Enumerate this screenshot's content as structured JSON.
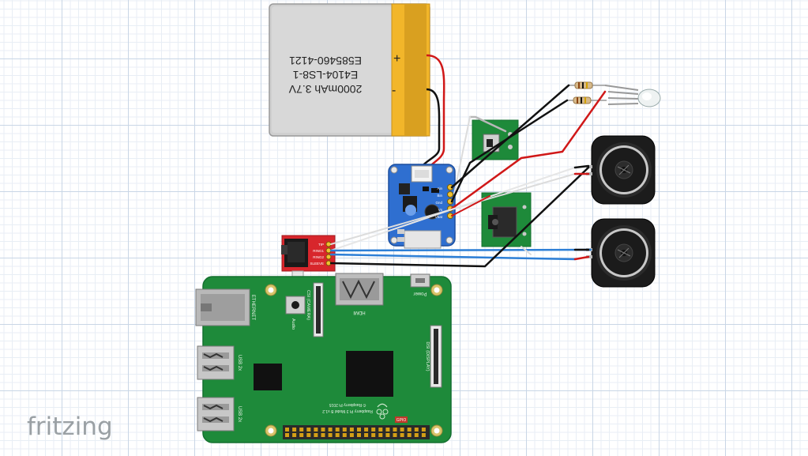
{
  "battery": {
    "capacity_label": "2000mAh 3.7V",
    "model_line_1": "E4104-LS8-1",
    "model_line_2": "E585460-4121",
    "plus_sign": "+",
    "minus_sign": "-"
  },
  "charger_board": {
    "pin_labels": [
      "Ain",
      "Bin",
      "Gnd",
      "Vs",
      "Vbat"
    ]
  },
  "audio_jack_breakout": {
    "pin_labels": [
      "TIP",
      "RING1",
      "RING2",
      "SLEEVE"
    ]
  },
  "raspberry_pi": {
    "ethernet_label": "ETHERNET",
    "usb_label_1": "USB 2x",
    "usb_label_2": "USB 2x",
    "audio_label": "Audio",
    "camera_label": "CSI (CAMERA)",
    "hdmi_label": "HDMI",
    "power_label": "Power",
    "display_label": "DSI (DISPLAY)",
    "model_label": "Raspberry Pi 3 Model B v1.2",
    "copyright_label": "© Raspberry Pi 2015",
    "gpio_label": "GPIO"
  },
  "watermark": {
    "text": "fritzing"
  },
  "colors": {
    "pcb_green": "#1e8a3a",
    "pcb_edge": "#157030",
    "breakout_blue": "#2f6fd0",
    "battery_gray": "#d2d2d2",
    "battery_tape": "#f2b62a",
    "wire_red": "#d01818",
    "wire_black": "#111111",
    "wire_blue": "#2d7fd6",
    "wire_white": "#dddddd",
    "jack_red": "#d8262c"
  }
}
